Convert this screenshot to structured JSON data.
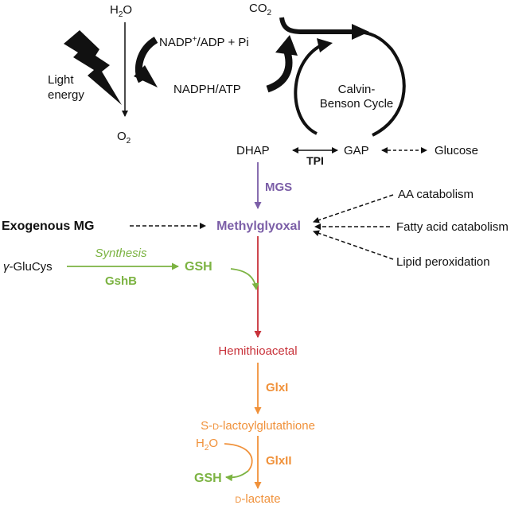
{
  "photosynthesis": {
    "water_top": "H",
    "water_top_sub": "2",
    "water_top_tail": "O",
    "co2": "CO",
    "co2_sub": "2",
    "nadp_pre": "NADP",
    "nadp_sup": "+",
    "nadp_post": "/ADP + Pi",
    "nadph": "NADPH/ATP",
    "light_1": "Light",
    "light_2": "energy",
    "oxygen": "O",
    "oxygen_sub": "2",
    "calvin_1": "Calvin-",
    "calvin_2": "Benson Cycle"
  },
  "triose": {
    "dhap": "DHAP",
    "gap": "GAP",
    "tpi": "TPI",
    "glucose": "Glucose"
  },
  "mg_sources": {
    "mgs": "MGS",
    "methylglyoxal": "Methylglyoxal",
    "exogenous": "Exogenous MG",
    "aa": "AA catabolism",
    "fatty": "Fatty acid catabolism",
    "lipid": "Lipid peroxidation"
  },
  "gsh_synthesis": {
    "glucys_greek": "γ",
    "glucys": "-GluCys",
    "synthesis": "Synthesis",
    "gshb": "GshB",
    "gsh": "GSH"
  },
  "glyoxalase": {
    "hemithioacetal": "Hemithioacetal",
    "glxi": "GlxI",
    "lactoyl_pre": "S-",
    "lactoyl_d": "D",
    "lactoyl_post": "-lactoylglutathione",
    "water": "H",
    "water_sub": "2",
    "water_tail": "O",
    "glxii": "GlxII",
    "gsh_out": "GSH",
    "lactate_d": "D",
    "lactate_post": "-lactate"
  },
  "colors": {
    "black": "#111111",
    "purple": "#7b5ea7",
    "red": "#c8323a",
    "green": "#7cb342",
    "orange": "#f0913a"
  }
}
